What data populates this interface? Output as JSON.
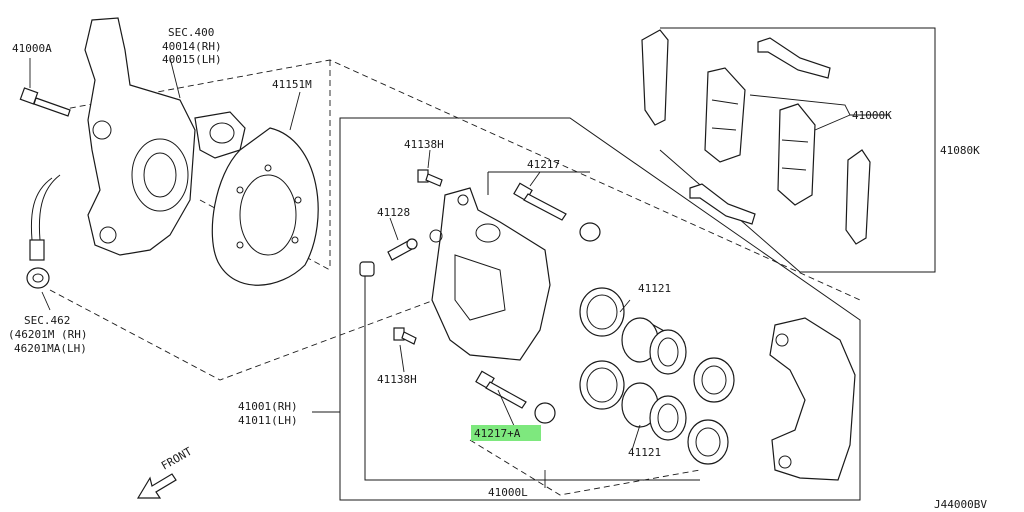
{
  "labels": {
    "p41000a": "41000A",
    "sec400": "SEC.400",
    "p40014": "40014(RH)",
    "p40015": "40015(LH)",
    "p41151m": "41151M",
    "p41138h_top": "41138H",
    "p41217": "41217",
    "p41128": "41128",
    "p41138h_bottom": "41138H",
    "p41121_top": "41121",
    "p41121_bottom": "41121",
    "p41217a": "41217+A",
    "p41001": "41001(RH)",
    "p41011": "41011(LH)",
    "p41000l": "41000L",
    "p41000k": "41000K",
    "p41080k": "41080K",
    "sec462": "SEC.462",
    "p46201m": "(46201M (RH)",
    "p46201ma": "46201MA(LH)",
    "front": "FRONT",
    "code": "J44000BV"
  },
  "colors": {
    "highlight": "#7ee87e",
    "line": "#1a1a1a",
    "background": "#ffffff"
  },
  "highlighted_part": "41217+A"
}
